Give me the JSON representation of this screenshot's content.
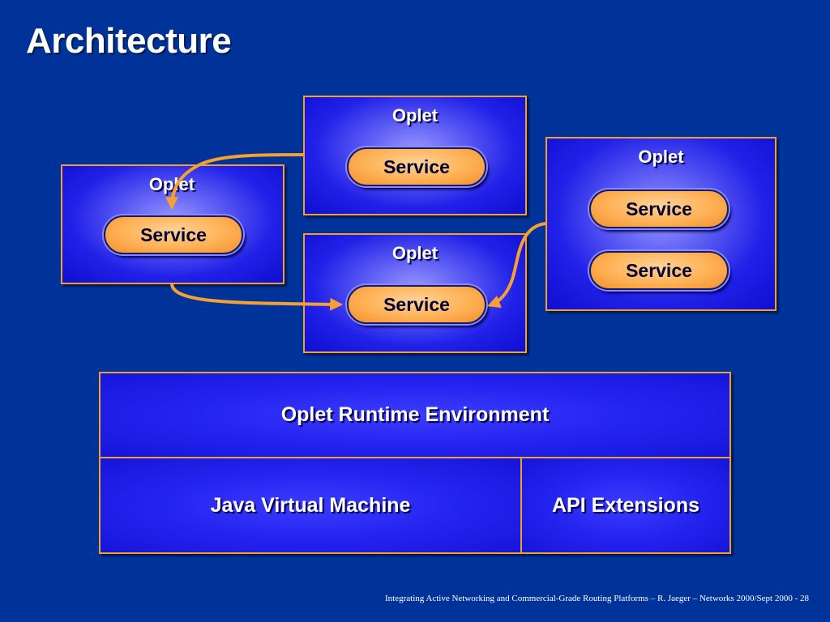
{
  "slide": {
    "title": "Architecture",
    "footer": "Integrating Active Networking and Commercial-Grade Routing Platforms – R. Jaeger – Networks 2000/Sept 2000  - 28"
  },
  "oplets": [
    {
      "label": "Oplet",
      "services": [
        "Service"
      ]
    },
    {
      "label": "Oplet",
      "services": [
        "Service"
      ]
    },
    {
      "label": "Oplet",
      "services": [
        "Service"
      ]
    },
    {
      "label": "Oplet",
      "services": [
        "Service",
        "Service"
      ]
    }
  ],
  "layers": {
    "runtime": "Oplet Runtime Environment",
    "jvm": "Java Virtual Machine",
    "api": "API Extensions"
  },
  "colors": {
    "background": "#003399",
    "border_accent": "#f0a030",
    "arrow": "#f5a030",
    "service_fill": "#ffb155"
  }
}
